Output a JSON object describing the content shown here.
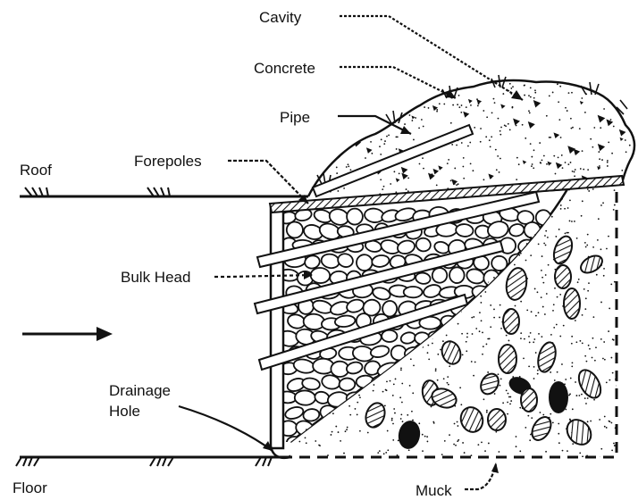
{
  "labels": {
    "cavity": "Cavity",
    "concrete": "Concrete",
    "pipe": "Pipe",
    "forepoles": "Forepoles",
    "roof": "Roof",
    "bulk_head": "Bulk Head",
    "drainage_line1": "Drainage",
    "drainage_line2": "Hole",
    "floor": "Floor",
    "muck": "Muck"
  },
  "colors": {
    "ink": "#111111",
    "background": "#ffffff"
  }
}
